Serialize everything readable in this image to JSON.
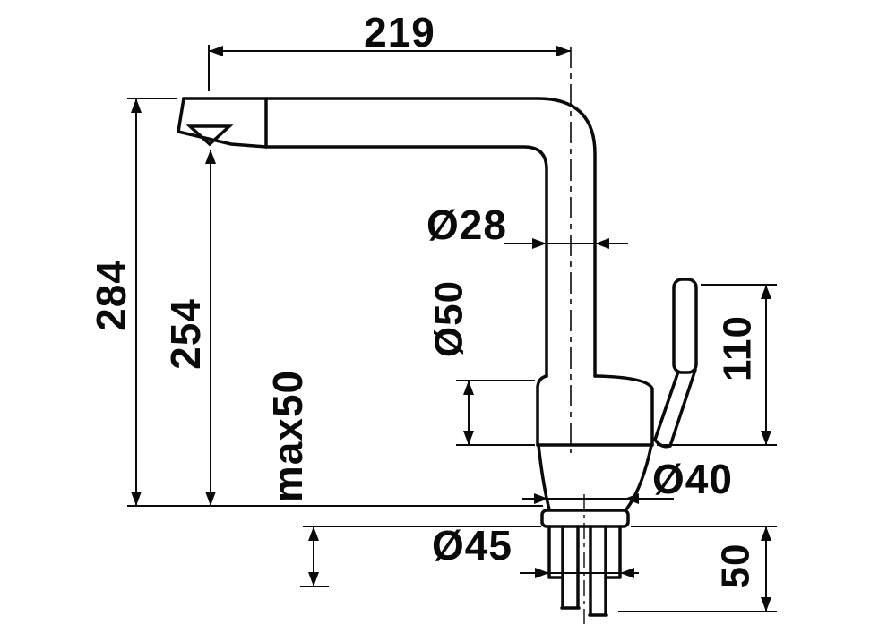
{
  "drawing": {
    "kind": "technical-dimension-drawing",
    "background": "#ffffff",
    "line_color": "#0a0a0a"
  },
  "dimensions": {
    "spout_reach": "219",
    "overall_height": "284",
    "outlet_height": "254",
    "max_mounting_depth": "max50",
    "spout_tube_diameter": "Ø28",
    "body_diameter": "Ø50",
    "handle_height": "110",
    "base_diameter": "Ø40",
    "flange_diameter": "Ø45",
    "shank_height": "50"
  }
}
